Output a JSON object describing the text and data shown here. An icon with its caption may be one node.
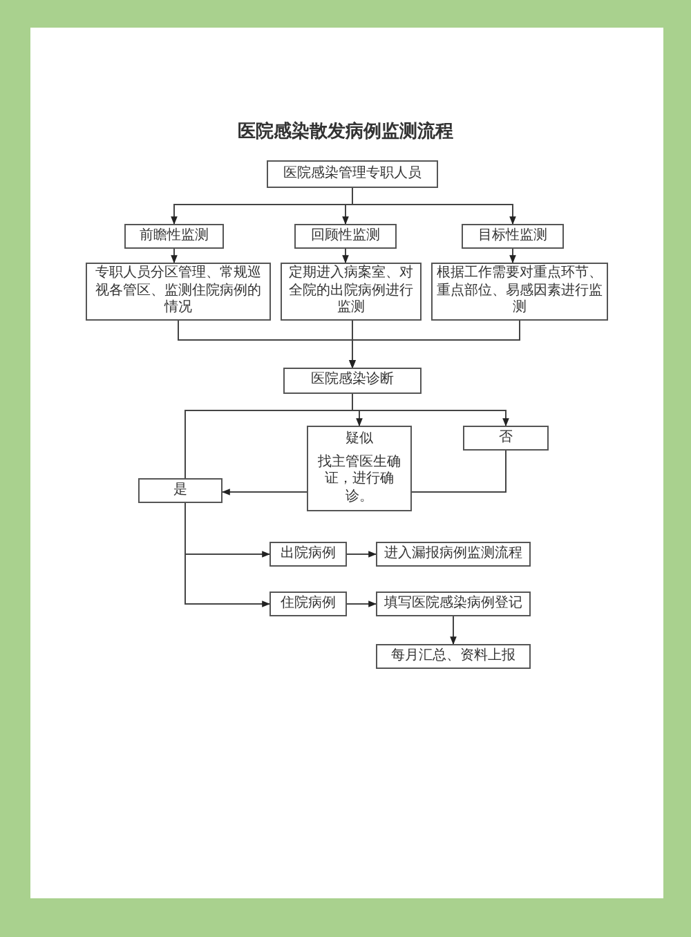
{
  "diagram": {
    "title": "医院感染散发病例监测流程",
    "nodes": [
      {
        "text": [
          "医院感染管理专职人员"
        ]
      },
      {
        "text": [
          "前瞻性监测"
        ]
      },
      {
        "text": [
          "回顾性监测"
        ]
      },
      {
        "text": [
          "目标性监测"
        ]
      },
      {
        "text": [
          "专职人员分区管理、常规巡视各管区、监测住院病例的情况"
        ]
      },
      {
        "text": [
          "定期进入病案室、对全院的出院病例进行监测"
        ]
      },
      {
        "text": [
          "根据工作需要对重点环节、重点部位、易感因素进行监测"
        ]
      },
      {
        "text": [
          "医院感染诊断"
        ]
      },
      {
        "text": [
          "疑似",
          "找主管医生确证，进行确诊。"
        ]
      },
      {
        "text": [
          "否"
        ]
      },
      {
        "text": [
          "是"
        ]
      },
      {
        "text": [
          "出院病例"
        ]
      },
      {
        "text": [
          "进入漏报病例监测流程"
        ]
      },
      {
        "text": [
          "住院病例"
        ]
      },
      {
        "text": [
          "填写医院感染病例登记"
        ]
      },
      {
        "text": [
          "每月汇总、资料上报"
        ]
      }
    ],
    "edges": [
      {
        "from": 0,
        "to": 1,
        "arrow": "to"
      },
      {
        "from": 0,
        "to": 2,
        "arrow": "to"
      },
      {
        "from": 0,
        "to": 3,
        "arrow": "to"
      },
      {
        "from": 1,
        "to": 4,
        "arrow": "to"
      },
      {
        "from": 2,
        "to": 5,
        "arrow": "to"
      },
      {
        "from": 3,
        "to": 6,
        "arrow": "to"
      },
      {
        "from": 4,
        "to": 7,
        "arrow": "to"
      },
      {
        "from": 5,
        "to": 7,
        "arrow": "to"
      },
      {
        "from": 6,
        "to": 7,
        "arrow": "to"
      },
      {
        "from": 7,
        "to": 8,
        "arrow": "to"
      },
      {
        "from": 7,
        "to": 9,
        "arrow": "to"
      },
      {
        "from": 7,
        "to": 10,
        "arrow": "none"
      },
      {
        "from": 8,
        "to": 10,
        "arrow": "to"
      },
      {
        "from": 9,
        "to": 8,
        "arrow": "none"
      },
      {
        "from": 10,
        "to": 11,
        "arrow": "to"
      },
      {
        "from": 10,
        "to": 13,
        "arrow": "to"
      },
      {
        "from": 11,
        "to": 12,
        "arrow": "to"
      },
      {
        "from": 13,
        "to": 14,
        "arrow": "to"
      },
      {
        "from": 14,
        "to": 15,
        "arrow": "to"
      }
    ]
  }
}
